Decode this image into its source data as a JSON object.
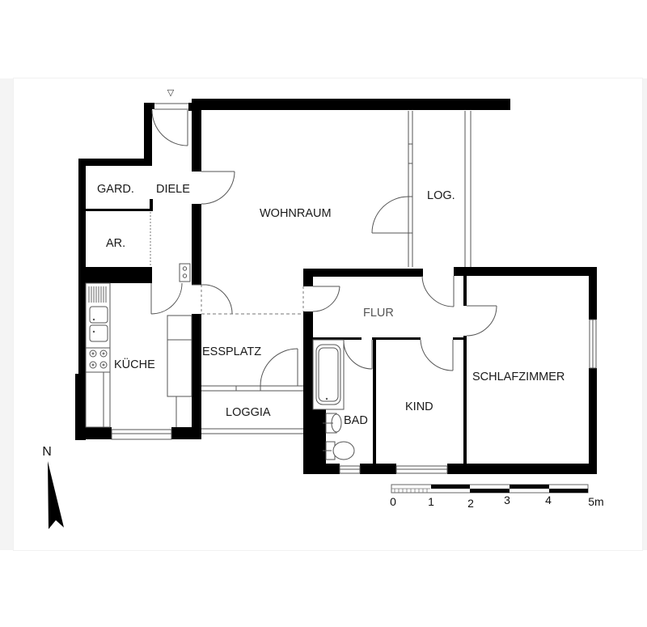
{
  "plan": {
    "rooms": {
      "gard": "GARD.",
      "diele": "DIELE",
      "ar": "AR.",
      "wohnraum": "WOHNRAUM",
      "log": "LOG.",
      "kueche": "KÜCHE",
      "flur": "FLUR",
      "essplatz": "ESSPLATZ",
      "loggia": "LOGGIA",
      "bad": "BAD",
      "kind": "KIND",
      "schlafzimmer": "SCHLAFZIMMER"
    },
    "entrance_marker": "▽",
    "colors": {
      "wall": "#000000",
      "line": "#555555",
      "background": "#ffffff",
      "frame": "#f4f4f4"
    }
  },
  "compass": {
    "label": "N"
  },
  "scale_bar": {
    "ticks": [
      "0",
      "1",
      "2",
      "3",
      "4",
      "5m"
    ],
    "unit": "m"
  }
}
